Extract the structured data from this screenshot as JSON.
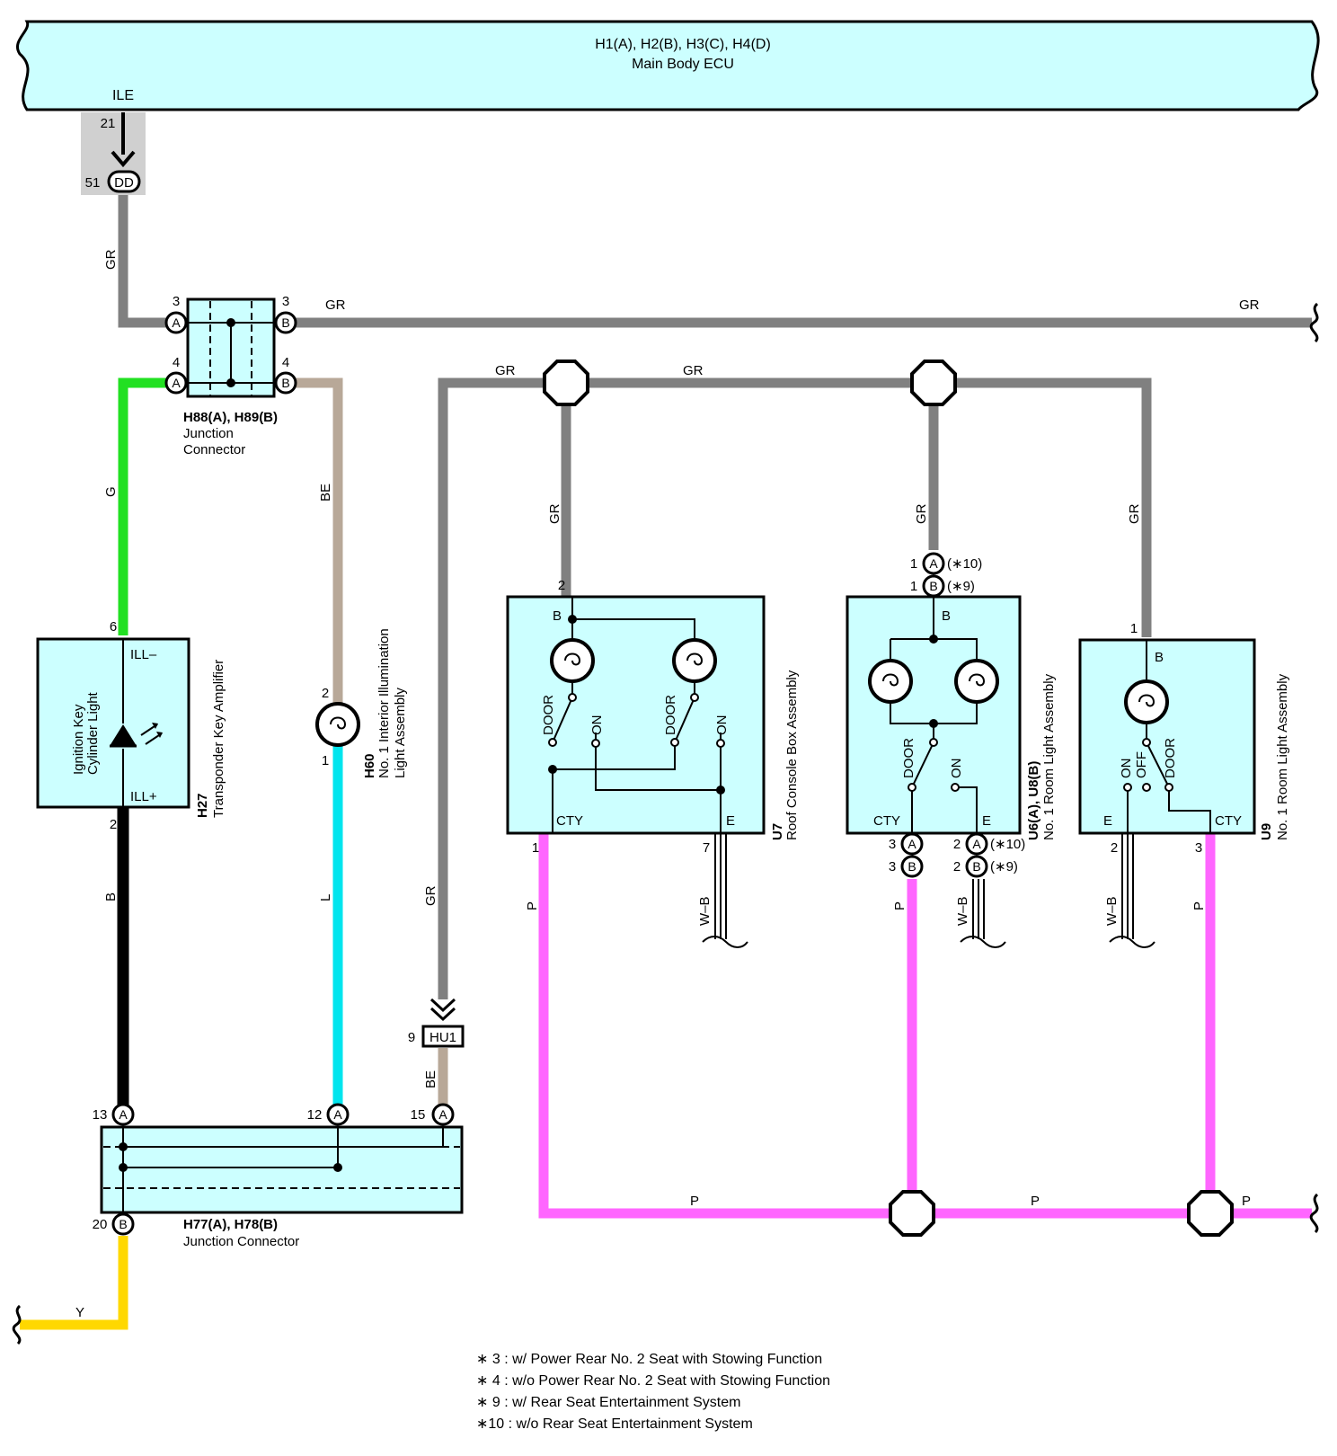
{
  "ecu": {
    "codes": "H1(A), H2(B), H3(C), H4(D)",
    "name": "Main Body ECU",
    "terminal": "ILE",
    "pin": "21"
  },
  "dd": {
    "pin": "51",
    "label": "DD"
  },
  "wires": {
    "GR": "GR",
    "G": "G",
    "BE": "BE",
    "B": "B",
    "L": "L",
    "P": "P",
    "Y": "Y",
    "WB": "W–B"
  },
  "jc_top": {
    "codes": "H88(A), H89(B)",
    "line1": "Junction",
    "line2": "Connector",
    "pinA3": "3",
    "pinB3": "3",
    "pinA4": "4",
    "pinB4": "4",
    "letterA": "A",
    "letterB": "B"
  },
  "h27": {
    "code": "H27",
    "name": "Transponder Key Amplifier",
    "inner1": "Ignition Key",
    "inner2": "Cylinder Light",
    "ill_minus": "ILL–",
    "ill_plus": "ILL+",
    "pin6": "6",
    "pin2": "2"
  },
  "h60": {
    "code": "H60",
    "name1": "No. 1 Interior Illumination",
    "name2": "Light Assembly",
    "pin2": "2",
    "pin1": "1"
  },
  "u7": {
    "code": "U7",
    "name": "Roof Console Box Assembly",
    "pinB": "2",
    "term_b": "B",
    "door1": "DOOR",
    "on1": "ON",
    "door2": "DOOR",
    "on2": "ON",
    "cty": "CTY",
    "e": "E",
    "pin1": "1",
    "pin7": "7"
  },
  "u6": {
    "code": "U6(A), U8(B)",
    "name": "No. 1 Room Light Assembly",
    "pin_a": "1",
    "pin_b": "1",
    "note_a": "(∗10)",
    "note_b": "(∗9)",
    "term_b": "B",
    "door": "DOOR",
    "on": "ON",
    "cty": "CTY",
    "e": "E",
    "cty_pin_a": "3",
    "cty_pin_b": "3",
    "e_pin_a": "2",
    "e_pin_b": "2",
    "e_note_a": "(∗10)",
    "e_note_b": "(∗9)"
  },
  "u9": {
    "code": "U9",
    "name": "No. 1 Room Light Assembly",
    "pin_b": "1",
    "term_b": "B",
    "on": "ON",
    "off": "OFF",
    "door": "DOOR",
    "e": "E",
    "cty": "CTY",
    "pin_e": "2",
    "pin_cty": "3"
  },
  "hu1": {
    "pin": "9",
    "label": "HU1"
  },
  "jc_bot": {
    "codes": "H77(A), H78(B)",
    "name": "Junction Connector",
    "pin13": "13",
    "pin12": "12",
    "pin15": "15",
    "pin20": "20",
    "letterA": "A",
    "letterB": "B"
  },
  "notes": [
    "∗ 3 : w/ Power Rear No. 2 Seat with Stowing Function",
    "∗ 4 : w/o Power Rear No. 2 Seat with Stowing Function",
    "∗ 9 : w/ Rear Seat Entertainment System",
    "∗10 : w/o Rear Seat Entertainment System"
  ],
  "colors": {
    "GR": "#808080",
    "G": "#22e022",
    "BE": "#b8a898",
    "B": "#000000",
    "L": "#00e5ee",
    "P": "#ff66ff",
    "Y": "#ffd800",
    "fill": "#ccffff",
    "shade": "#d0d0d0"
  }
}
